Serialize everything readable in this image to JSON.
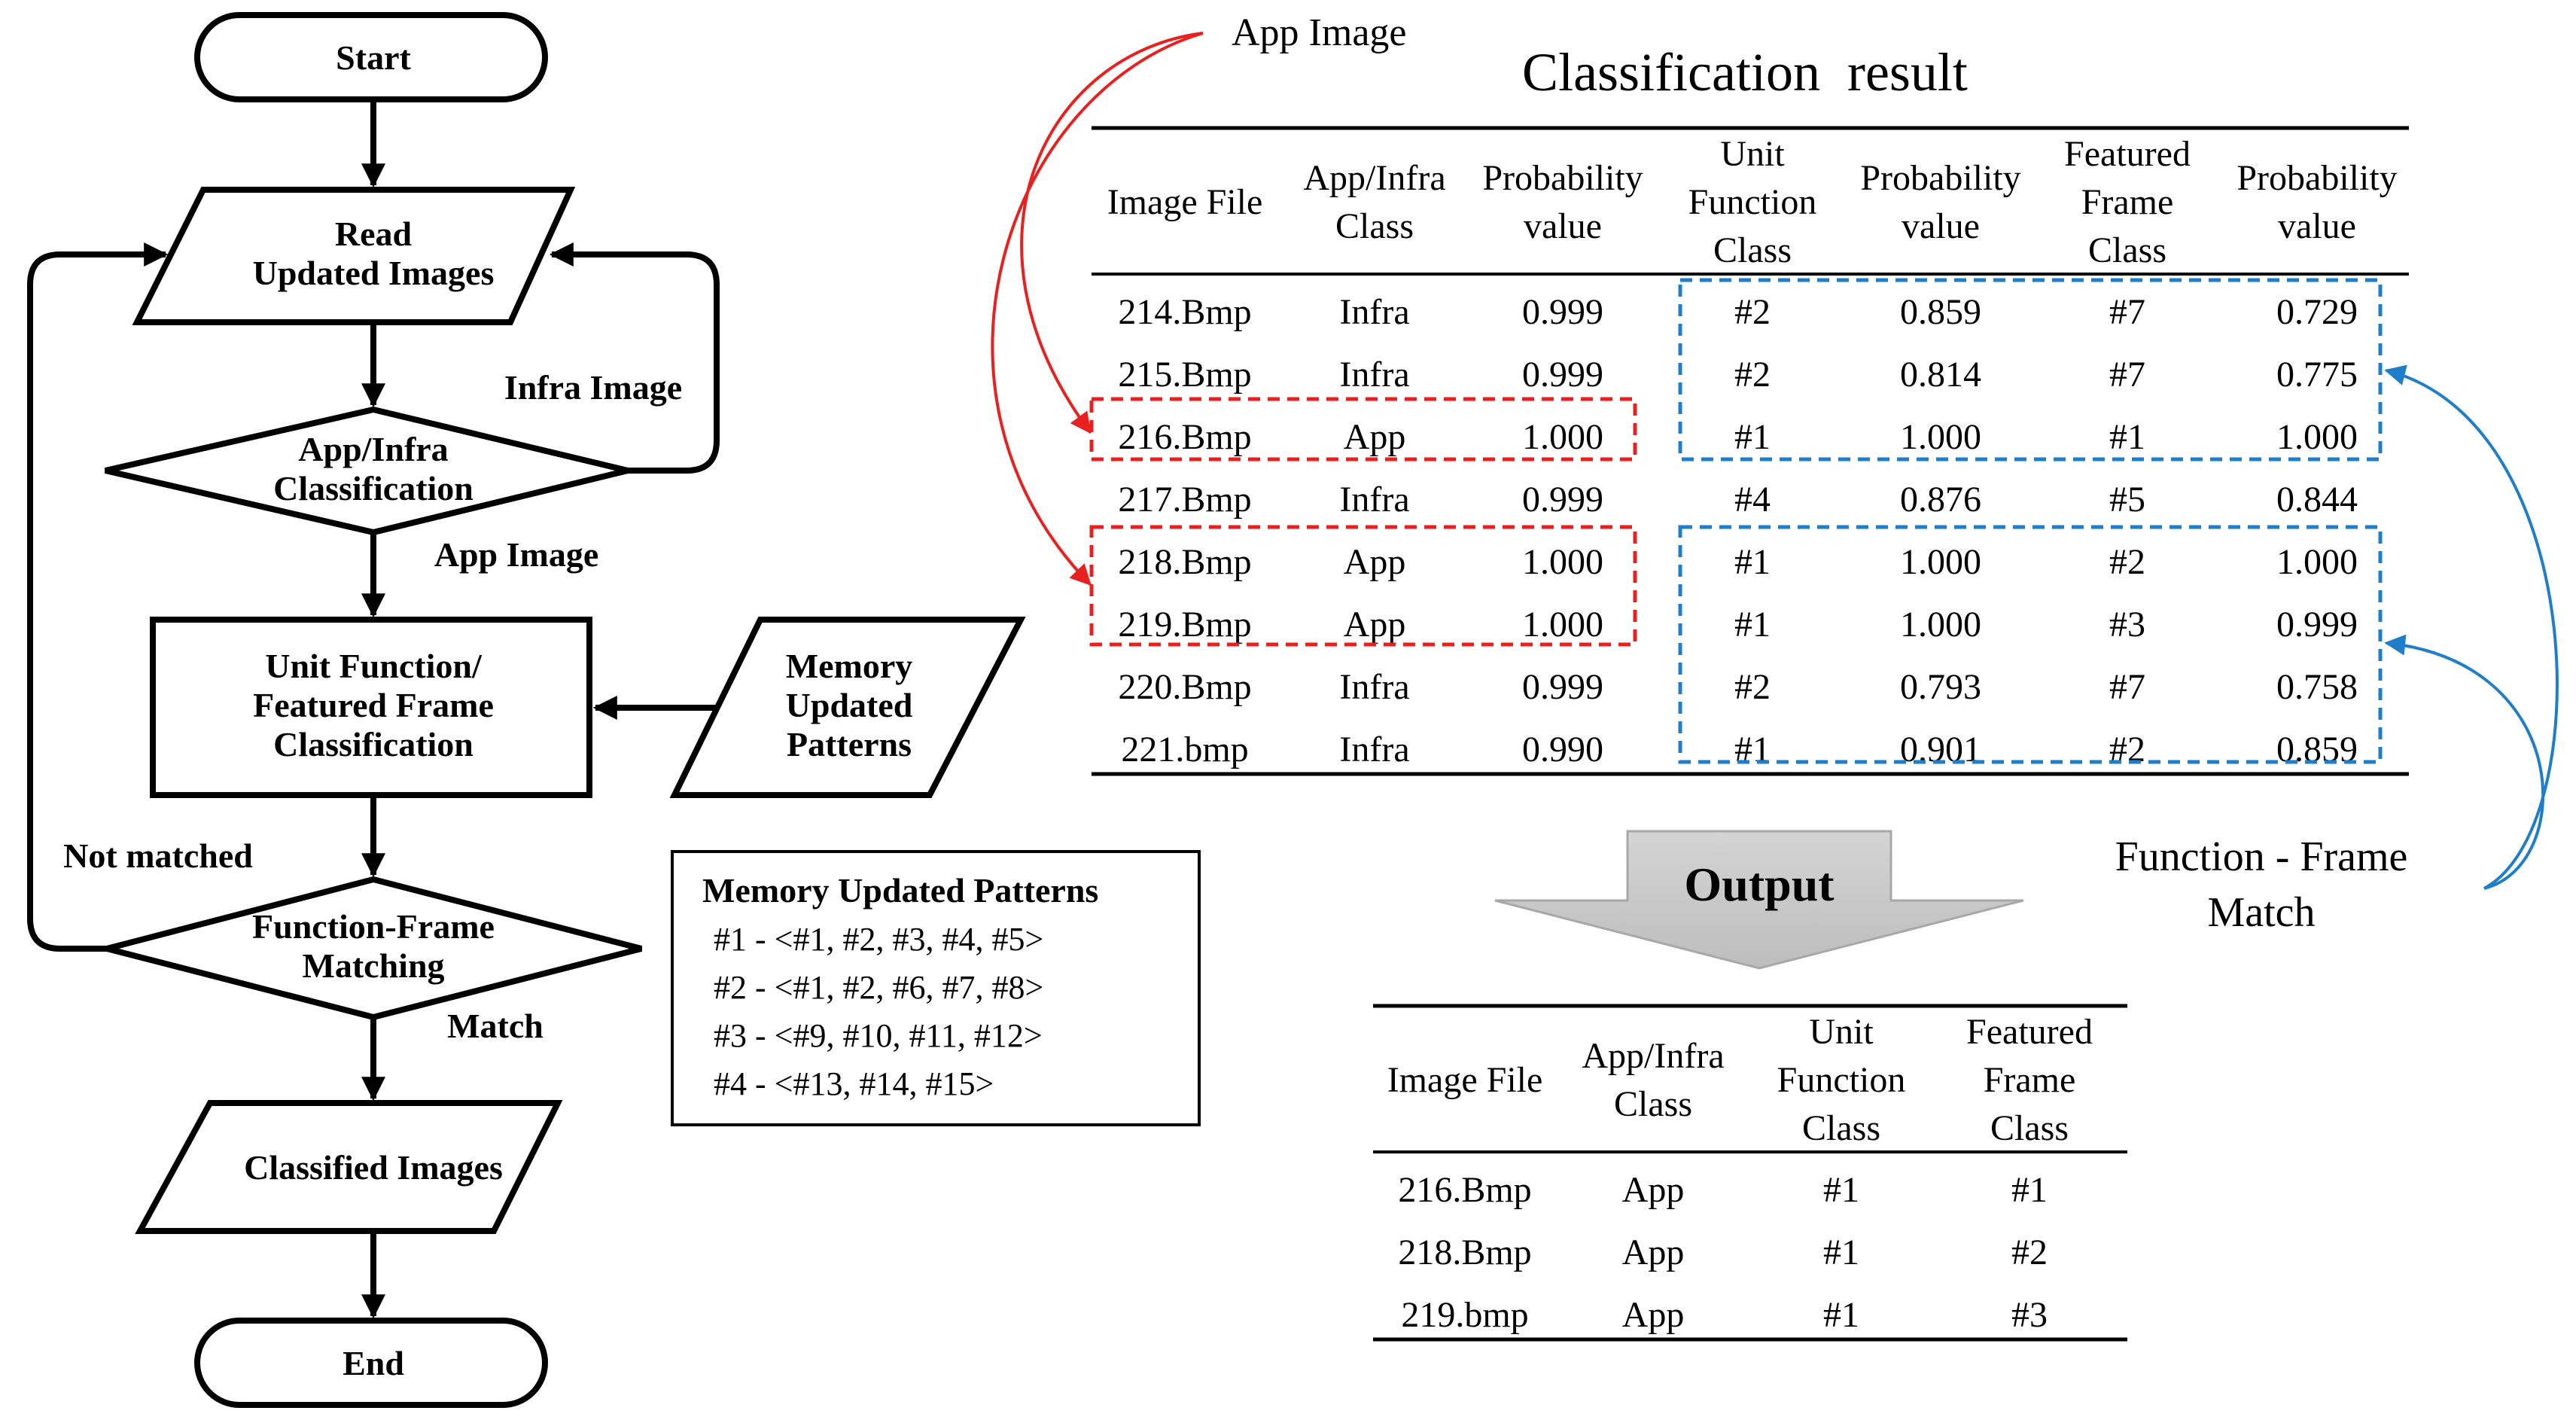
{
  "flowchart": {
    "start": "Start",
    "read_line1": "Read",
    "read_line2": "Updated Images",
    "infra_image": "Infra Image",
    "decision1_line1": "App/Infra",
    "decision1_line2": "Classification",
    "app_image": "App Image",
    "process_line1": "Unit Function/",
    "process_line2": "Featured Frame",
    "process_line3": "Classification",
    "memory_line1": "Memory",
    "memory_line2": "Updated",
    "memory_line3": "Patterns",
    "not_matched": "Not matched",
    "decision2_line1": "Function-Frame",
    "decision2_line2": "Matching",
    "match": "Match",
    "classified": "Classified Images",
    "end": "End"
  },
  "patterns_box": {
    "title": "Memory Updated Patterns",
    "lines": [
      "#1 - <#1, #2, #3, #4, #5>",
      "#2 - <#1, #2, #6, #7, #8>",
      "#3 - <#9,  #10, #11, #12>",
      "#4 - <#13, #14, #15>"
    ]
  },
  "annotations": {
    "app_image": "App Image",
    "function_frame_line1": "Function - Frame",
    "function_frame_line2": "Match",
    "output": "Output"
  },
  "classification_table": {
    "title": "Classification  result",
    "headers": [
      [
        "Image File"
      ],
      [
        "App/Infra",
        "Class"
      ],
      [
        "Probability",
        "value"
      ],
      [
        "Unit",
        "Function",
        "Class"
      ],
      [
        "Probability",
        "value"
      ],
      [
        "Featured",
        "Frame",
        "Class"
      ],
      [
        "Probability",
        "value"
      ]
    ],
    "rows": [
      [
        "214.Bmp",
        "Infra",
        "0.999",
        "#2",
        "0.859",
        "#7",
        "0.729"
      ],
      [
        "215.Bmp",
        "Infra",
        "0.999",
        "#2",
        "0.814",
        "#7",
        "0.775"
      ],
      [
        "216.Bmp",
        "App",
        "1.000",
        "#1",
        "1.000",
        "#1",
        "1.000"
      ],
      [
        "217.Bmp",
        "Infra",
        "0.999",
        "#4",
        "0.876",
        "#5",
        "0.844"
      ],
      [
        "218.Bmp",
        "App",
        "1.000",
        "#1",
        "1.000",
        "#2",
        "1.000"
      ],
      [
        "219.Bmp",
        "App",
        "1.000",
        "#1",
        "1.000",
        "#3",
        "0.999"
      ],
      [
        "220.Bmp",
        "Infra",
        "0.999",
        "#2",
        "0.793",
        "#7",
        "0.758"
      ],
      [
        "221.bmp",
        "Infra",
        "0.990",
        "#1",
        "0.901",
        "#2",
        "0.859"
      ]
    ]
  },
  "output_table": {
    "headers": [
      [
        "Image File"
      ],
      [
        "App/Infra",
        "Class"
      ],
      [
        "Unit",
        "Function",
        "Class"
      ],
      [
        "Featured",
        "Frame",
        "Class"
      ]
    ],
    "rows": [
      [
        "216.Bmp",
        "App",
        "#1",
        "#1"
      ],
      [
        "218.Bmp",
        "App",
        "#1",
        "#2"
      ],
      [
        "219.bmp",
        "App",
        "#1",
        "#3"
      ]
    ]
  },
  "colors": {
    "red_highlight": "#e8201f",
    "blue_highlight": "#1f7ec9",
    "arrow_gray": "#c8c8c8"
  }
}
